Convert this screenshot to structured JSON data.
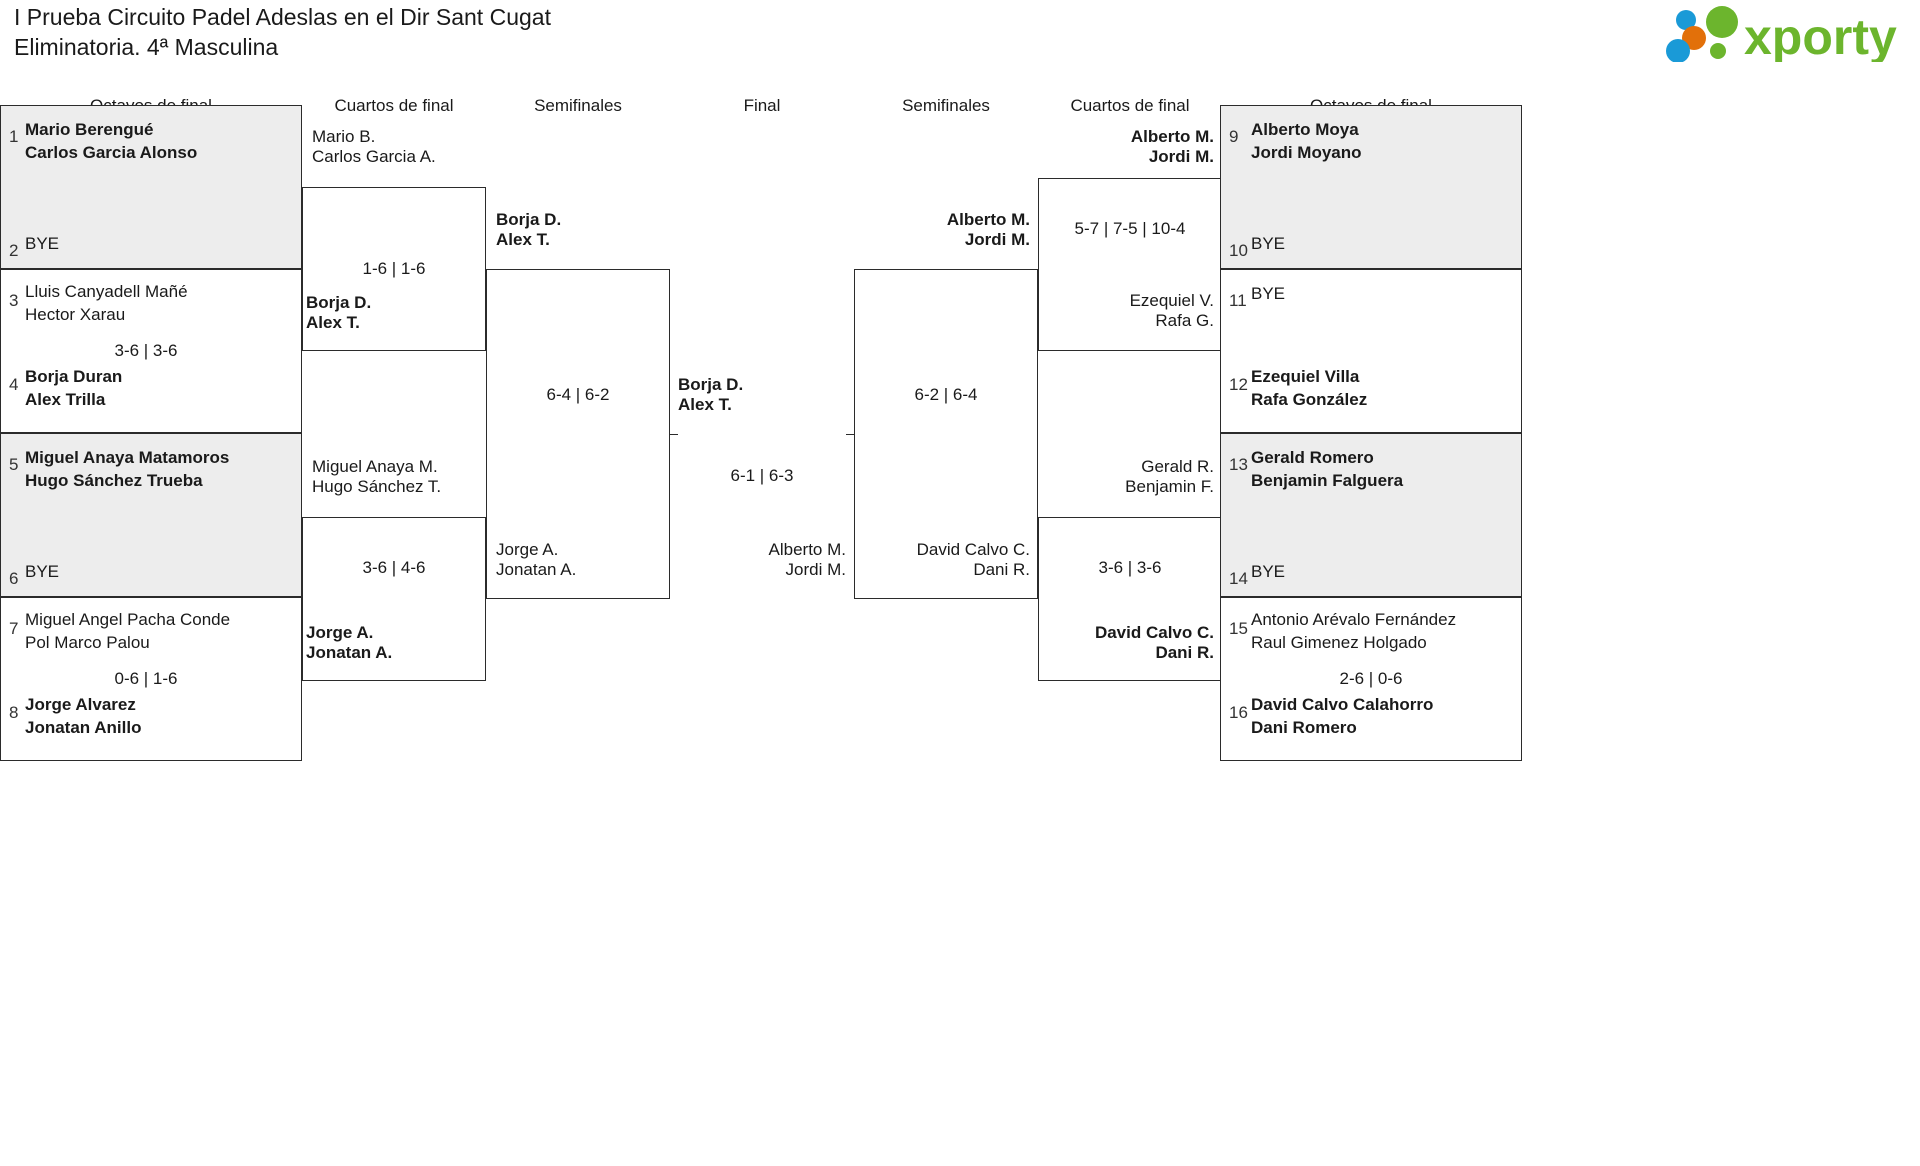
{
  "header": {
    "title_line1": "I Prueba Circuito Padel Adeslas en el Dir Sant Cugat",
    "title_line2": "Eliminatoria. 4ª Masculina",
    "logo_text": "xporty",
    "logo_colors": {
      "green": "#6cb52d",
      "blue": "#1a9ad7",
      "orange": "#e2700a"
    }
  },
  "round_headers": {
    "left_r16": "Octavos de final",
    "left_qf": "Cuartos de final",
    "left_sf": "Semifinales",
    "final": "Final",
    "right_sf": "Semifinales",
    "right_qf": "Cuartos de final",
    "right_r16": "Octavos de final"
  },
  "bye_label": "BYE",
  "left": {
    "r16": [
      {
        "seed": "1",
        "p1": "Mario Berengué",
        "p2": "Carlos Garcia Alonso",
        "winner": true
      },
      {
        "seed": "2",
        "p1": "BYE",
        "p2": "",
        "winner": true
      },
      {
        "seed": "3",
        "p1": "Lluis Canyadell Mañé",
        "p2": "Hector Xarau",
        "winner": false
      },
      {
        "seed": "4",
        "p1": "Borja Duran",
        "p2": "Alex Trilla",
        "winner": false
      },
      {
        "seed": "5",
        "p1": "Miguel Anaya Matamoros",
        "p2": "Hugo Sánchez Trueba",
        "winner": true
      },
      {
        "seed": "6",
        "p1": "BYE",
        "p2": "",
        "winner": true
      },
      {
        "seed": "7",
        "p1": "Miguel Angel Pacha Conde",
        "p2": "Pol Marco Palou",
        "winner": false
      },
      {
        "seed": "8",
        "p1": "Jorge Alvarez",
        "p2": "Jonatan Anillo",
        "winner": false
      }
    ],
    "r16_scores": [
      "",
      "3-6 | 3-6",
      "",
      "0-6 | 1-6"
    ],
    "qf": [
      {
        "p1": "Mario B.",
        "p2": "Carlos Garcia A.",
        "bold": false
      },
      {
        "p1": "Borja D.",
        "p2": "Alex T.",
        "bold": true
      },
      {
        "p1": "Miguel Anaya M.",
        "p2": "Hugo Sánchez T.",
        "bold": false
      },
      {
        "p1": "Jorge A.",
        "p2": "Jonatan A.",
        "bold": true
      }
    ],
    "qf_scores": [
      "1-6 | 1-6",
      "3-6 | 4-6"
    ],
    "sf": [
      {
        "p1": "Borja D.",
        "p2": "Alex T.",
        "bold": true
      },
      {
        "p1": "Jorge A.",
        "p2": "Jonatan A.",
        "bold": false
      }
    ],
    "sf_score": "6-4 | 6-2",
    "finalist": {
      "p1": "Borja D.",
      "p2": "Alex T.",
      "bold": true
    }
  },
  "final_score": "6-1 | 6-3",
  "right": {
    "r16": [
      {
        "seed": "9",
        "p1": "Alberto Moya",
        "p2": "Jordi Moyano",
        "winner": true
      },
      {
        "seed": "10",
        "p1": "BYE",
        "p2": "",
        "winner": true
      },
      {
        "seed": "11",
        "p1": "BYE",
        "p2": "",
        "winner": false
      },
      {
        "seed": "12",
        "p1": "Ezequiel Villa",
        "p2": "Rafa González",
        "winner": false
      },
      {
        "seed": "13",
        "p1": "Gerald Romero",
        "p2": "Benjamin Falguera",
        "winner": true
      },
      {
        "seed": "14",
        "p1": "BYE",
        "p2": "",
        "winner": true
      },
      {
        "seed": "15",
        "p1": "Antonio Arévalo Fernández",
        "p2": "Raul Gimenez Holgado",
        "winner": false
      },
      {
        "seed": "16",
        "p1": "David Calvo Calahorro",
        "p2": "Dani Romero",
        "winner": false
      }
    ],
    "r16_scores": [
      "",
      "",
      "",
      "2-6 | 0-6"
    ],
    "qf": [
      {
        "p1": "Alberto M.",
        "p2": "Jordi M.",
        "bold": true
      },
      {
        "p1": "Ezequiel V.",
        "p2": "Rafa G.",
        "bold": false
      },
      {
        "p1": "Gerald R.",
        "p2": "Benjamin F.",
        "bold": false
      },
      {
        "p1": "David Calvo C.",
        "p2": "Dani R.",
        "bold": true
      }
    ],
    "qf_scores": [
      "5-7 | 7-5 | 10-4",
      "3-6 | 3-6"
    ],
    "sf": [
      {
        "p1": "Alberto M.",
        "p2": "Jordi M.",
        "bold": true
      },
      {
        "p1": "David Calvo C.",
        "p2": "Dani R.",
        "bold": false
      }
    ],
    "sf_score": "6-2 | 6-4",
    "finalist": {
      "p1": "Alberto M.",
      "p2": "Jordi M.",
      "bold": false
    }
  }
}
